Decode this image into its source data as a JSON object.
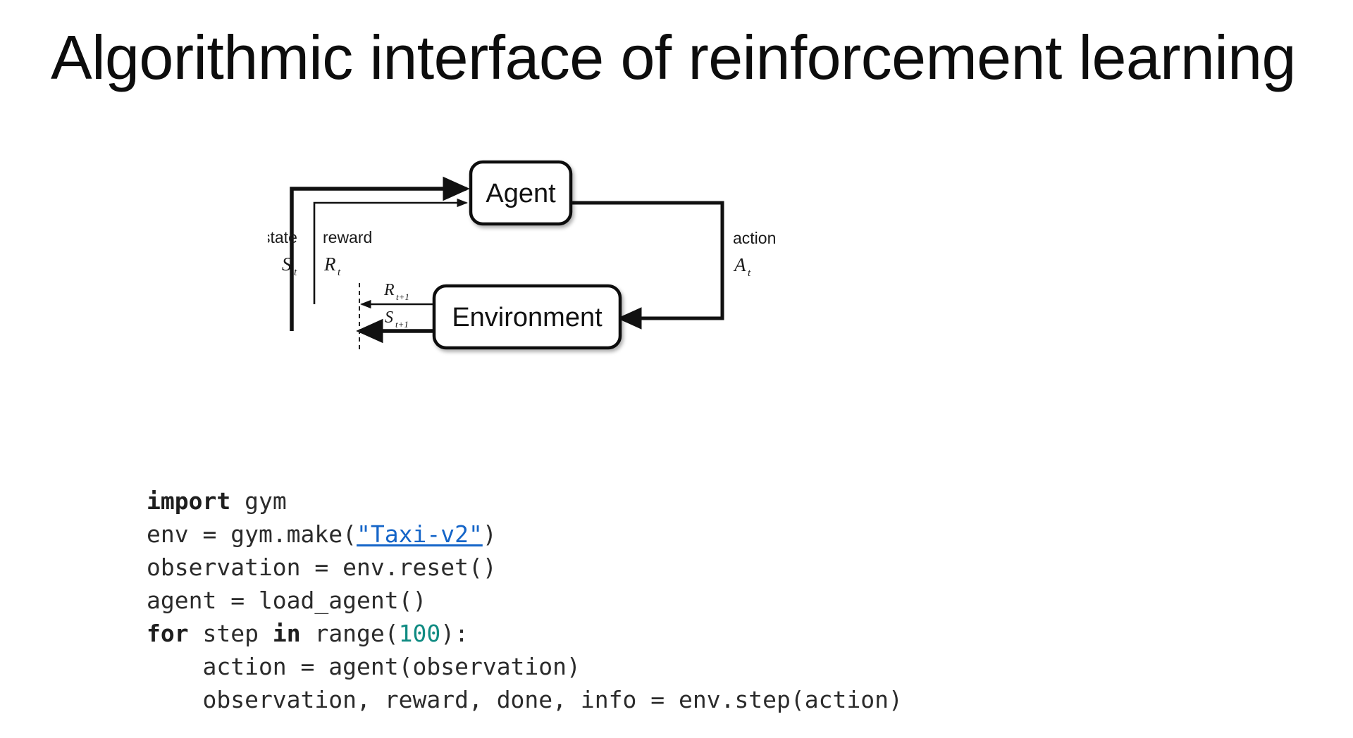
{
  "slide": {
    "title": "Algorithmic interface of reinforcement learning",
    "background_color": "#ffffff",
    "title_color": "#0d0d0d"
  },
  "diagram": {
    "name": "agent-environment-interaction-loop",
    "nodes": [
      {
        "id": "agent",
        "label": "Agent"
      },
      {
        "id": "environment",
        "label": "Environment"
      }
    ],
    "edge_labels": [
      {
        "id": "state",
        "word": "state",
        "symbol": "S",
        "subscript": "t"
      },
      {
        "id": "reward",
        "word": "reward",
        "symbol": "R",
        "subscript": "t"
      },
      {
        "id": "action",
        "word": "action",
        "symbol": "A",
        "subscript": "t"
      },
      {
        "id": "reward-next",
        "word": "",
        "symbol": "R",
        "subscript": "t+1"
      },
      {
        "id": "state-next",
        "word": "",
        "symbol": "S",
        "subscript": "t+1"
      }
    ],
    "stroke_color": "#111111",
    "node_fill": "#ffffff"
  },
  "code": {
    "language": "python",
    "link_text": "\"Taxi-v2\"",
    "link_color": "#1565c8",
    "number_color": "#0f8b82",
    "text_color": "#2b2b2b",
    "lines": [
      {
        "id": "line-1",
        "segments": [
          {
            "text": "import",
            "style": "kw"
          },
          {
            "text": " gym",
            "style": "plain"
          }
        ]
      },
      {
        "id": "line-2",
        "segments": [
          {
            "text": "env = gym.make(",
            "style": "plain"
          },
          {
            "text": "\"Taxi-v2\"",
            "style": "link"
          },
          {
            "text": ")",
            "style": "plain"
          }
        ]
      },
      {
        "id": "line-3",
        "segments": [
          {
            "text": "observation = env.reset()",
            "style": "plain"
          }
        ]
      },
      {
        "id": "line-4",
        "segments": [
          {
            "text": "agent = load_agent()",
            "style": "plain"
          }
        ]
      },
      {
        "id": "line-5",
        "segments": [
          {
            "text": "for",
            "style": "kw"
          },
          {
            "text": " step ",
            "style": "plain"
          },
          {
            "text": "in",
            "style": "kw"
          },
          {
            "text": " range(",
            "style": "plain"
          },
          {
            "text": "100",
            "style": "num"
          },
          {
            "text": "):",
            "style": "plain"
          }
        ]
      },
      {
        "id": "line-6",
        "segments": [
          {
            "text": "    action = agent(observation)",
            "style": "plain"
          }
        ]
      },
      {
        "id": "line-7",
        "segments": [
          {
            "text": "    observation, reward, done, info = env.step(action)",
            "style": "plain"
          }
        ]
      }
    ]
  }
}
